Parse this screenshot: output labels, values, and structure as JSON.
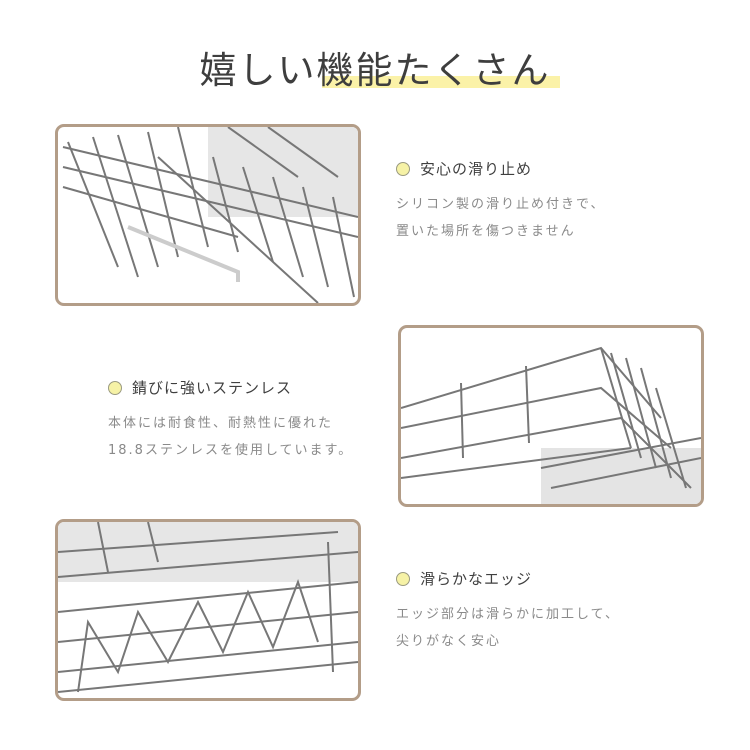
{
  "title": "嬉しい機能たくさん",
  "features": [
    {
      "heading": "安心の滑り止め",
      "lines": [
        "シリコン製の滑り止め付きで、",
        "置いた場所を傷つきません"
      ]
    },
    {
      "heading": "錆びに強いステンレス",
      "lines": [
        "本体には耐食性、耐熱性に優れた",
        "18.8ステンレスを使用しています。"
      ]
    },
    {
      "heading": "滑らかなエッジ",
      "lines": [
        "エッジ部分は滑らかに加工して、",
        "尖りがなく安心"
      ]
    }
  ],
  "colors": {
    "frame": "#b39d88",
    "highlight": "#fbf2a8",
    "bullet": "#f6f2a6"
  }
}
